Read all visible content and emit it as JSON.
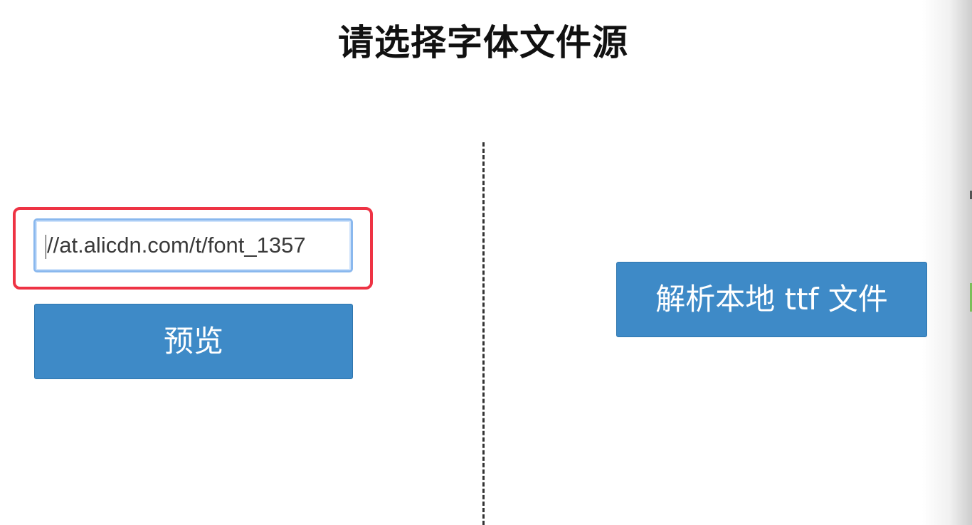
{
  "page": {
    "title": "请选择字体文件源"
  },
  "url_form": {
    "input_value": "//at.alicdn.com/t/font_1357",
    "preview_label": "预览"
  },
  "local_file": {
    "parse_label": "解析本地 ttf 文件"
  },
  "colors": {
    "button_bg": "#3e8ac7",
    "highlight": "#ee3344",
    "input_focus": "#8ab8ee",
    "divider": "#333333"
  }
}
